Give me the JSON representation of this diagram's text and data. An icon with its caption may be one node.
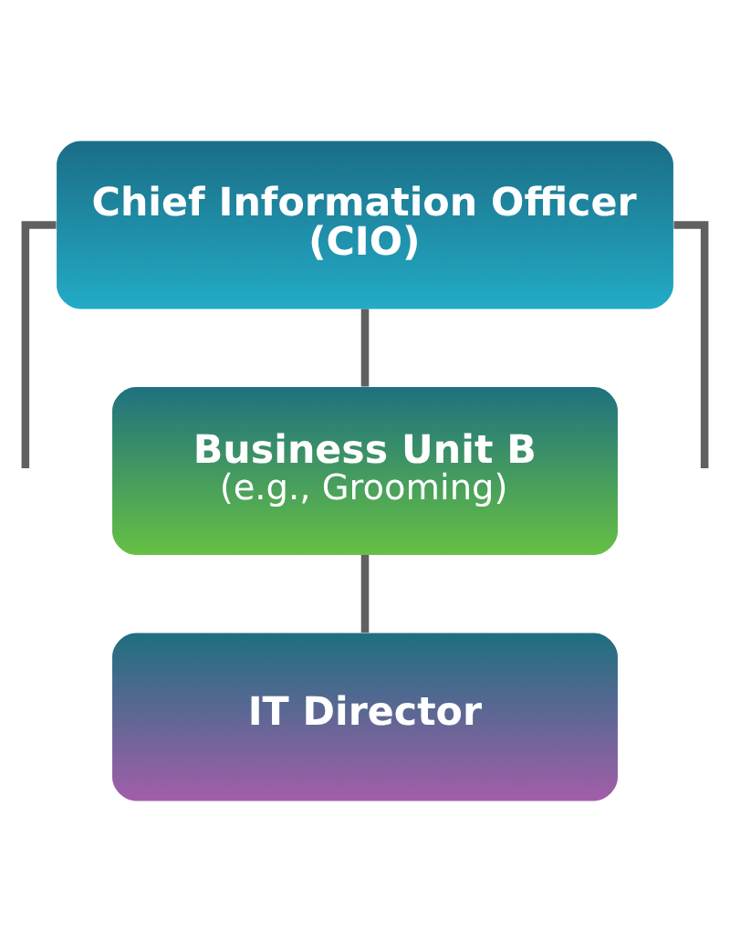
{
  "diagram": {
    "nodes": [
      {
        "text": [
          "Chief Information Officer (CIO)"
        ]
      },
      {
        "text": [
          "Business Unit B",
          "(e.g., Grooming)"
        ]
      },
      {
        "text": [
          "IT Director"
        ]
      }
    ],
    "edges": [
      {
        "from": 0,
        "to": 1,
        "arrow": "none"
      },
      {
        "from": 1,
        "to": 2,
        "arrow": "none"
      },
      {
        "from": 0,
        "to": null,
        "arrow": "none"
      },
      {
        "from": 0,
        "to": null,
        "arrow": "none"
      }
    ]
  }
}
